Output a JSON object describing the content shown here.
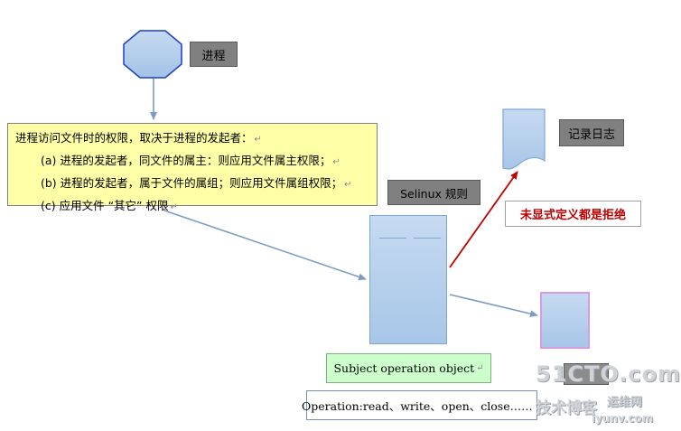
{
  "process": {
    "label": "进程"
  },
  "permission_box": {
    "lines": [
      "进程访问文件时的权限，取决于进程的发起者：",
      "(a)  进程的发起者，同文件的属主：则应用文件属主权限；",
      "(b)  进程的发起者，属于文件的属组；则应用文件属组权限；",
      "(c)  应用文件 “其它” 权限"
    ],
    "return_mark": "↵"
  },
  "selinux": {
    "label": "Selinux 规则"
  },
  "log": {
    "label": "记录日志"
  },
  "deny": {
    "label": "未显式定义都是拒绝"
  },
  "subject": {
    "label": "Subject operation object"
  },
  "operation": {
    "label": "Operation:read、write、open、close……"
  },
  "watermark": {
    "line1": "51CTO.com",
    "line2": "技术博客",
    "line3": "iyunv.com",
    "line4": "运维网"
  },
  "colors": {
    "shape_fill": "#b4cdea",
    "shape_border": "#7fa7d4",
    "octagon_border": "#1f3fbf",
    "arrow_blue": "#7d9cc4",
    "arrow_red": "#c00000",
    "label_gray": "#808080",
    "yellow_box": "#ffffa8",
    "green_box": "#ccffcc",
    "deny_text": "#c00000",
    "pink_border": "#d69be0"
  }
}
